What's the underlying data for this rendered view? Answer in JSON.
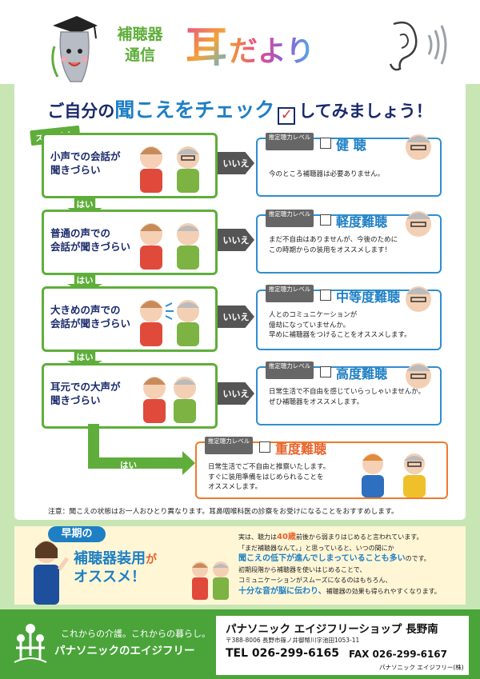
{
  "header": {
    "subtitle_line1": "補聴器",
    "subtitle_line2": "通信",
    "title_kanji": "耳",
    "title_kana": "だより"
  },
  "headline": {
    "pre": "ご自分の",
    "highlight": "聞こえをチェック",
    "post": "してみましょう！",
    "check_mark": "✓"
  },
  "start_label": "スタート！",
  "level_label": "推定聴力レベル",
  "no_label": "いいえ",
  "yes_label": "はい",
  "questions": [
    {
      "line1": "小声での会話が",
      "line2": "聞きづらい"
    },
    {
      "line1": "普通の声での",
      "line2": "会話が聞きづらい"
    },
    {
      "line1": "大きめの声での",
      "line2": "会話が聞きづらい"
    },
    {
      "line1": "耳元での大声が",
      "line2": "聞きづらい"
    }
  ],
  "results": [
    {
      "name": "健 聴",
      "desc1": "今のところ補聴器は必要ありません。",
      "desc2": "",
      "desc3": ""
    },
    {
      "name": "軽度難聴",
      "desc1": "まだ不自由はありませんが、今後のために",
      "desc2": "この時期からの装用をオススメします！",
      "desc3": ""
    },
    {
      "name": "中等度難聴",
      "desc1": "人とのコミュニケーションが",
      "desc2": "億劫になっていませんか。",
      "desc3": "早めに補聴器をつけることをオススメします。"
    },
    {
      "name": "高度難聴",
      "desc1": "日常生活で不自由を感じていらっしゃいませんか。",
      "desc2": "ぜひ補聴器をオススメします。",
      "desc3": ""
    },
    {
      "name": "重度難聴",
      "desc1": "日常生活でご不自由と推察いたします。",
      "desc2": "すぐに装用準備をはじめられることを",
      "desc3": "オススメします。"
    }
  ],
  "note": "注意：聞こえの状態はお一人おひとり異なります。耳鼻咽喉科医の診察をお受けになることをおすすめします。",
  "early": {
    "tag": "早期の",
    "title1": "補聴器装用",
    "title1_suffix": "が",
    "title2": "オススメ！",
    "text1_pre": "実は、聴力は",
    "text1_em": "40歳",
    "text1_post": "前後から弱まりはじめると言われています。",
    "text2": "「まだ補聴器なんて。」と思っていると、いつの間にか",
    "text3": "聞こえの低下が進んでしまっていることも多い",
    "text3_post": "のです。",
    "text4": "初期段階から補聴器を使いはじめることで、",
    "text5": "コミュニケーションがスムーズになるのはもちろん、",
    "text6_em": "十分な音が脳に伝わり、",
    "text6_post": "補聴器の効果も得られやすくなります。"
  },
  "footer": {
    "tagline": "これからの介護。これからの暮らし。",
    "brand": "パナソニックのエイジフリー",
    "shop_name": "パナソニック エイジフリーショップ 長野南",
    "address": "〒388-8006  長野市篠ノ井御幣川字池田1053-11",
    "tel": "TEL 026-299-6165",
    "fax": "FAX 026-299-6167",
    "company": "パナソニック エイジフリー(株)"
  }
}
